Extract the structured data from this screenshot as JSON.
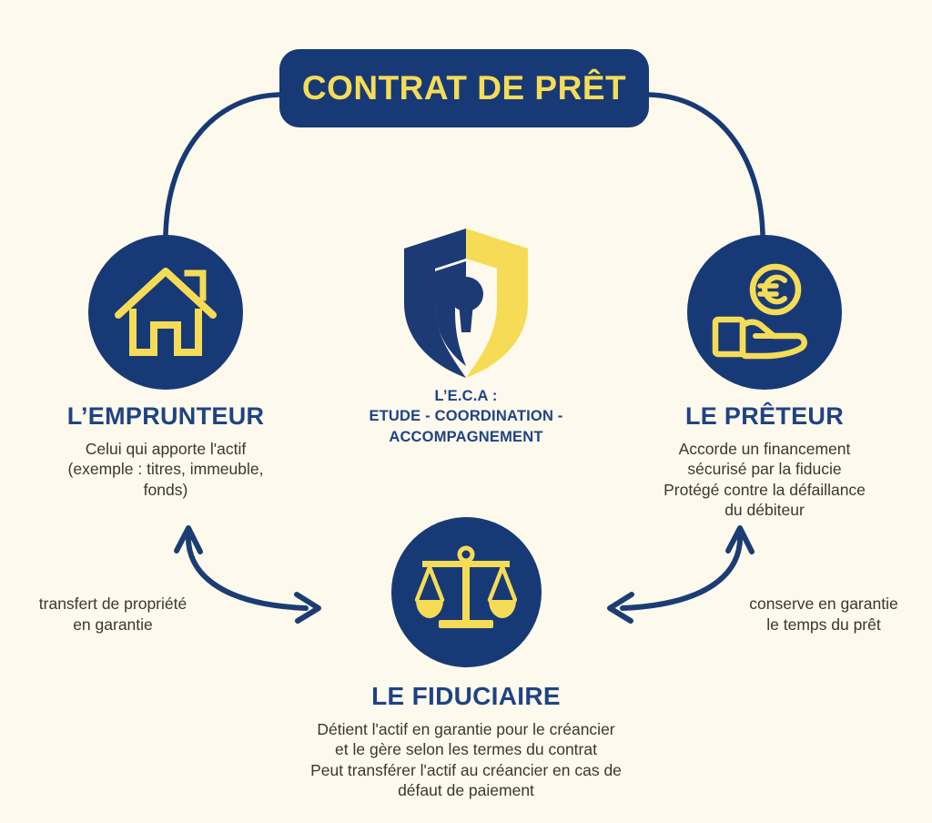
{
  "colors": {
    "background": "#FDF9EC",
    "navy": "#173A76",
    "navy_text": "#1F4384",
    "yellow": "#F6DC56",
    "body_text": "#3B3731"
  },
  "banner": {
    "title": "CONTRAT DE PRÊT"
  },
  "nodes": {
    "borrower": {
      "icon": "house-icon",
      "title": "L’EMPRUNTEUR",
      "desc_lines": [
        "Celui qui apporte l'actif",
        "(exemple : titres, immeuble,",
        "fonds)"
      ]
    },
    "lender": {
      "icon": "hand-holding-euro-icon",
      "title": "LE PRÊTEUR",
      "desc_lines": [
        "Accorde un financement",
        "sécurisé par la fiducie",
        "Protégé contre la défaillance",
        "du débiteur"
      ]
    },
    "fiduciary": {
      "icon": "scales-of-justice-icon",
      "title": "LE FIDUCIAIRE",
      "desc_lines": [
        "Détient l'actif en garantie pour le créancier",
        "et le gère selon les termes du contrat",
        "Peut transférer l'actif au créancier en cas de",
        "défaut de paiement"
      ]
    }
  },
  "logo": {
    "icon": "shield-keyhole-icon",
    "caption_line1": "L’E.C.A :",
    "caption_line2": "ETUDE - COORDINATION -",
    "caption_line3": "ACCOMPAGNEMENT"
  },
  "flows": {
    "transfer": {
      "line1": "transfert de propriété",
      "line2": "en garantie"
    },
    "keep": {
      "line1": "conserve en garantie",
      "line2": "le temps du prêt"
    }
  },
  "chart_data": {
    "type": "diagram",
    "title": "CONTRAT DE PRÊT",
    "nodes": [
      {
        "id": "borrower",
        "label": "L’EMPRUNTEUR",
        "icon": "house"
      },
      {
        "id": "lender",
        "label": "LE PRÊTEUR",
        "icon": "hand-holding-euro"
      },
      {
        "id": "fiduciary",
        "label": "LE FIDUCIAIRE",
        "icon": "scales"
      },
      {
        "id": "eca",
        "label": "L’E.C.A",
        "icon": "shield-keyhole"
      }
    ],
    "edges": [
      {
        "from": "banner",
        "to": "borrower",
        "style": "arc",
        "label": ""
      },
      {
        "from": "banner",
        "to": "lender",
        "style": "arc",
        "label": ""
      },
      {
        "from": "borrower",
        "to": "fiduciary",
        "style": "double-arrow",
        "label": "transfert de propriété en garantie"
      },
      {
        "from": "fiduciary",
        "to": "lender",
        "style": "double-arrow",
        "label": "conserve en garantie le temps du prêt"
      }
    ]
  }
}
